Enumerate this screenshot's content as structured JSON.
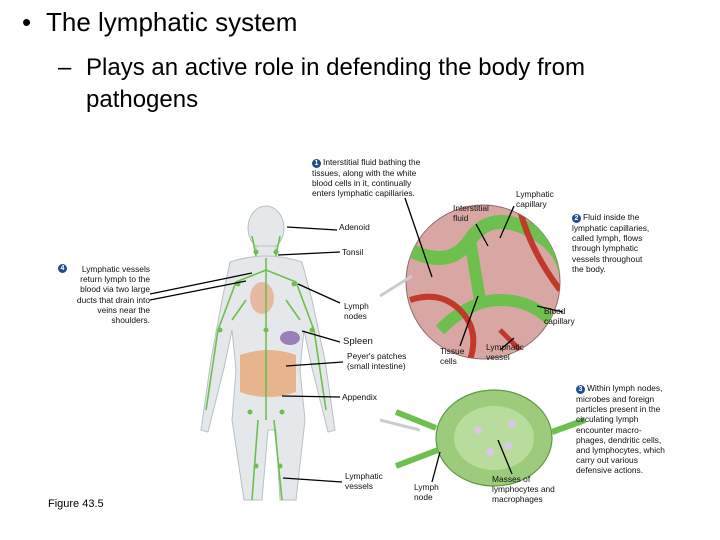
{
  "slide": {
    "bullet1": "The lymphatic system",
    "bullet2": "Plays an active role in defending the body from pathogens"
  },
  "figure": {
    "caption": "Figure 43.5",
    "step1": {
      "num": "1",
      "text": "Interstitial fluid bathing the tissues, along with the white blood cells in it, continually enters lymphatic capillaries."
    },
    "step2": {
      "num": "2",
      "text": "Fluid inside the lymphatic capillaries, called lymph, flows through lymphatic vessels throughout the body."
    },
    "step3": {
      "num": "3",
      "text": "Within lymph nodes, microbes and foreign particles present in the circulating lymph encounter macro-phages, dendritic cells, and lymphocytes, which carry out various defensive actions."
    },
    "step4": {
      "num": "4",
      "text": "Lymphatic vessels return lymph to the blood via two large ducts that drain into veins near the shoulders."
    },
    "labels": {
      "adenoid": "Adenoid",
      "tonsil": "Tonsil",
      "lymph_nodes": "Lymph nodes",
      "spleen": "Spleen",
      "peyers_patches": "Peyer's patches (small intestine)",
      "appendix": "Appendix",
      "lymphatic_vessels": "Lymphatic vessels",
      "interstitial_fluid": "Interstitial fluid",
      "lymphatic_capillary": "Lymphatic capillary",
      "blood_capillary": "Blood capillary",
      "tissue_cells": "Tissue cells",
      "lymphatic_vessel": "Lymphatic vessel",
      "lymph_node": "Lymph node",
      "masses": "Masses of lymphocytes and macrophages"
    },
    "colors": {
      "lymph": "#6dbf4e",
      "body": "#e4e8ea",
      "tissue": "#d8a7a4",
      "blood": "#c0392b",
      "badge": "#1f4e8c"
    }
  }
}
